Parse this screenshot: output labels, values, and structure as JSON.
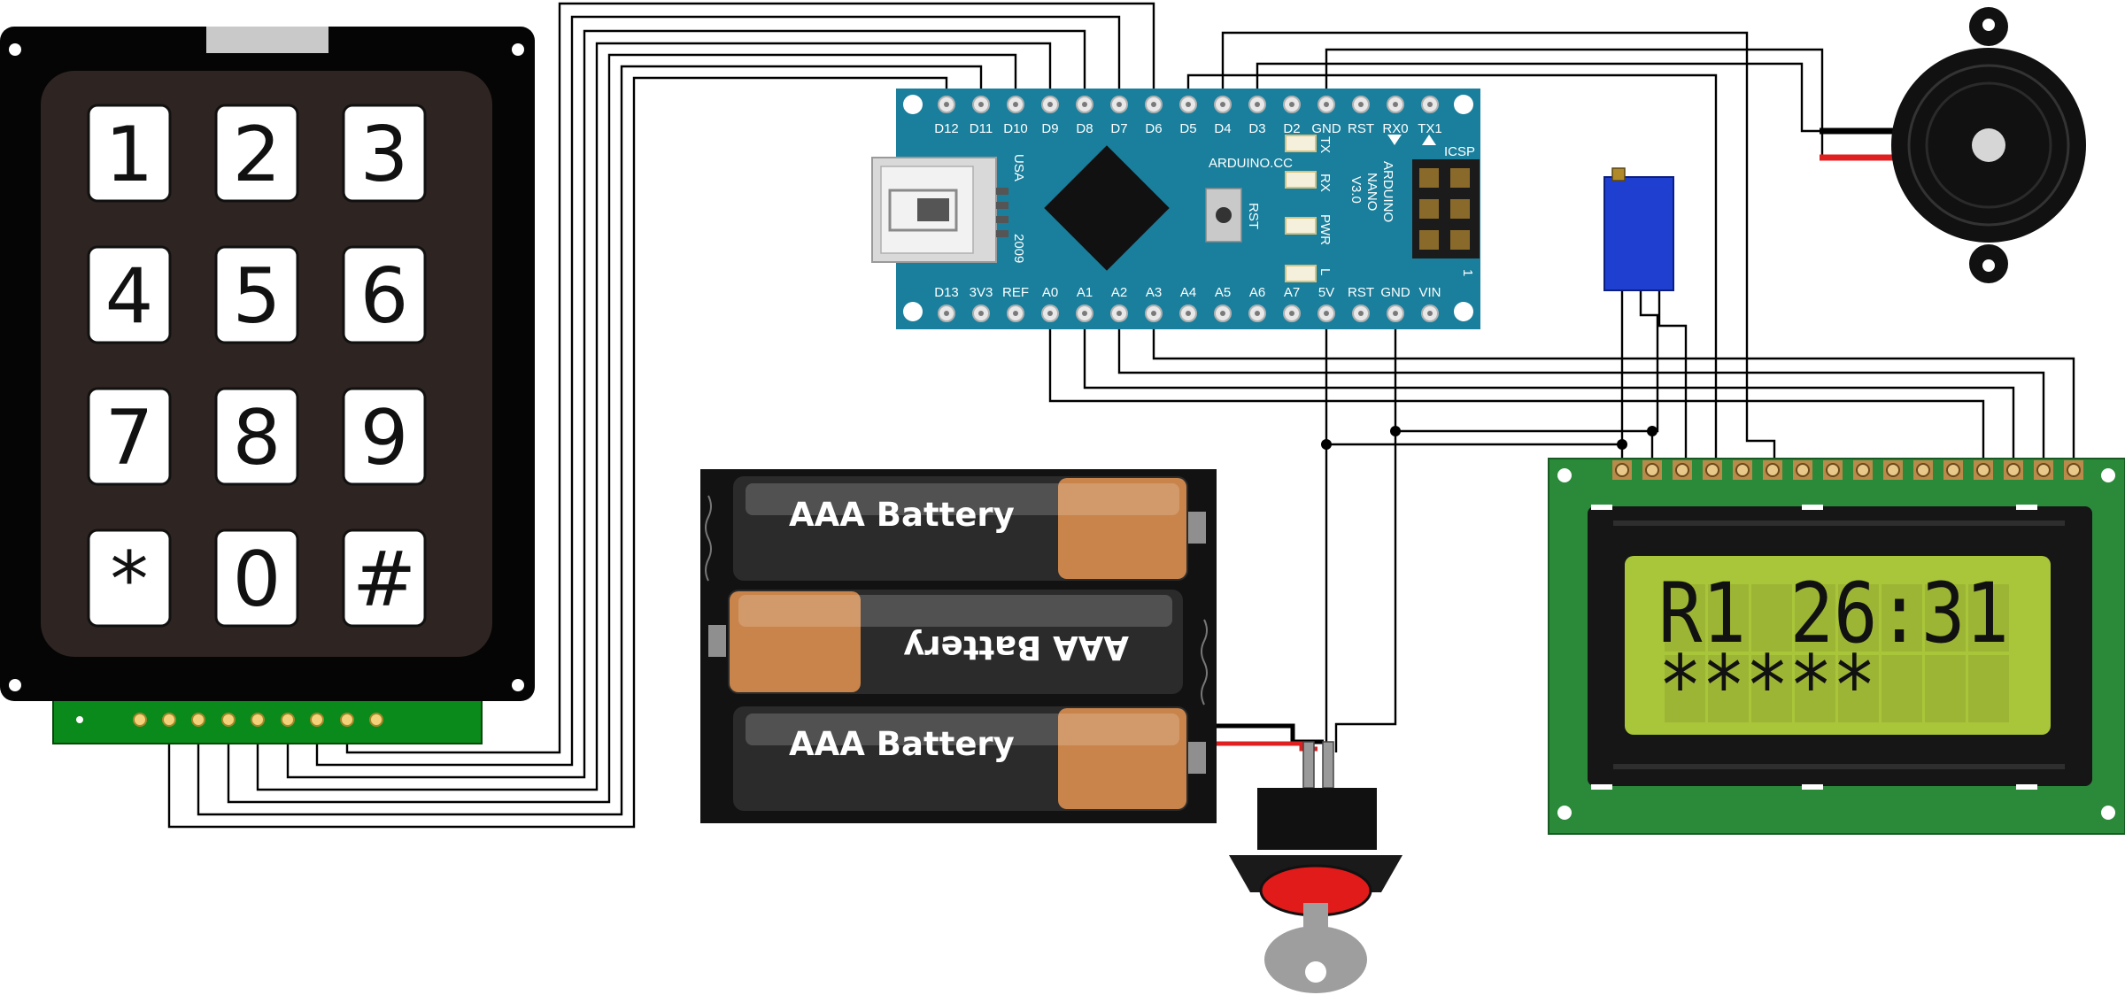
{
  "keypad": {
    "keys": [
      "1",
      "2",
      "3",
      "4",
      "5",
      "6",
      "7",
      "8",
      "9",
      "*",
      "0",
      "#"
    ]
  },
  "nano": {
    "top_pins": [
      "D12",
      "D11",
      "D10",
      "D9",
      "D8",
      "D7",
      "D6",
      "D5",
      "D4",
      "D3",
      "D2",
      "GND",
      "RST",
      "RX0",
      "TX1"
    ],
    "bottom_pins": [
      "D13",
      "3V3",
      "REF",
      "A0",
      "A1",
      "A2",
      "A3",
      "A4",
      "A5",
      "A6",
      "A7",
      "5V",
      "RST",
      "GND",
      "VIN"
    ],
    "brand": "ARDUINO.CC",
    "model_lines": [
      "ARDUINO",
      "NANO",
      "V3.0"
    ],
    "usa": "USA",
    "year": "2009",
    "icsp": "ICSP",
    "icsp_pin1": "1",
    "rst_button": "RST",
    "leds": [
      "TX",
      "RX",
      "PWR",
      "L"
    ]
  },
  "battery": {
    "cells": [
      "AAA Battery",
      "AAA Battery",
      "AAA Battery"
    ]
  },
  "lcd": {
    "line1": "R1 26:31",
    "line2": "*****"
  },
  "colors": {
    "nano_board": "#1a7f9c",
    "lcd_pcb": "#2b8a3a",
    "lcd_screen": "#a9c63a",
    "potentiometer": "#1f3fd1",
    "wire": "#000000",
    "wire_positive": "#e02020"
  }
}
